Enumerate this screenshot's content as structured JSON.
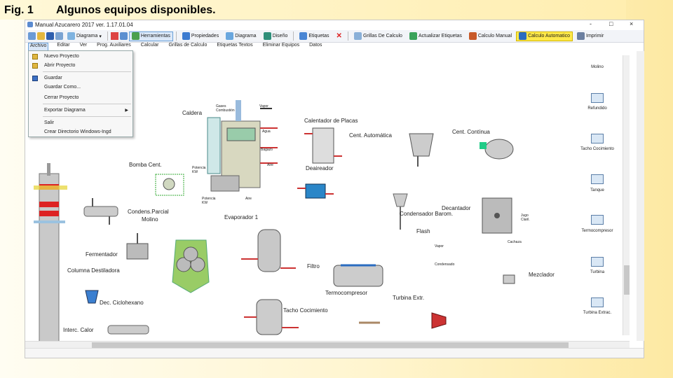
{
  "slide": {
    "fig_label": "Fig. 1",
    "caption": "Algunos equipos disponibles."
  },
  "window": {
    "title": "Manual Azucarero 2017 ver. 1.17.01.04",
    "controls": [
      "-",
      "□",
      "×"
    ]
  },
  "toolbar": {
    "items": [
      {
        "label": "Diagrama",
        "icon": "diagram-icon",
        "style": "plain"
      },
      {
        "label": "Herramientas",
        "icon": "tools-icon",
        "style": "highlight"
      },
      {
        "label": "Propiedades",
        "icon": "properties-icon",
        "style": "plain"
      },
      {
        "label": "Diagrama",
        "icon": "diagram-icon",
        "style": "plain"
      },
      {
        "label": "Diseño",
        "icon": "design-icon",
        "style": "plain"
      },
      {
        "label": "Etiquetas",
        "icon": "labels-icon",
        "style": "plain"
      },
      {
        "label": "Grillas De Calculo",
        "icon": "grid-icon",
        "style": "plain"
      },
      {
        "label": "Actualizar Etiquetas",
        "icon": "refresh-icon",
        "style": "plain"
      },
      {
        "label": "Calculo Manual",
        "icon": "calc-icon",
        "style": "plain"
      },
      {
        "label": "Calculo Automatico",
        "icon": "auto-calc-icon",
        "style": "yellow"
      },
      {
        "label": "Imprimir",
        "icon": "print-icon",
        "style": "plain"
      }
    ]
  },
  "menu": {
    "items": [
      "Archivo",
      "Editar",
      "Ver",
      "Prog. Auxiliares",
      "Calcular",
      "Grillas de Calculo",
      "Etiquetas Textos",
      "Eliminar Equipos",
      "Datos"
    ],
    "open_index": 0
  },
  "file_menu": {
    "items": [
      {
        "label": "Nuevo Proyecto",
        "icon": "folder-icon"
      },
      {
        "label": "Abrir Proyecto",
        "icon": "open-folder-icon"
      },
      {
        "label": "Guardar",
        "icon": "save-icon"
      },
      {
        "label": "Guardar Como...",
        "icon": ""
      },
      {
        "label": "Cerrar Proyecto",
        "icon": ""
      },
      {
        "label": "Exportar Diagrama",
        "icon": "",
        "submenu": true
      },
      {
        "label": "Salir",
        "icon": ""
      },
      {
        "label": "Crear Directorio Windows-Ingd",
        "icon": ""
      }
    ]
  },
  "diagram": {
    "labels": {
      "caldera": "Caldera",
      "gases": "Gases\nCombustión",
      "vapor": "Vapor",
      "agua": "Agua",
      "bagazo": "Bagazo",
      "aire_top": "Aire",
      "potencia1": "Potencia\nKW",
      "potencia2": "Potencia\nKW",
      "aire_bottom": "Aire",
      "calentador": "Calentador de Placas",
      "cent_auto": "Cent. Automática",
      "cent_cont": "Cent. Contínua",
      "bomba": "Bomba Cent.",
      "desaireador": "Deaireador",
      "condens": "Condens.Parcial",
      "molino_a": "Molino",
      "decantador": "Decantador",
      "condensador": "Condensador Barom.",
      "flash": "Flash",
      "evaporador": "Evaporador 1",
      "fermentador": "Fermentador",
      "columna": "Columna Destiladora",
      "filtro": "Filtro",
      "dec_ciclo": "Dec. Ciclohexano",
      "termoconpresor": "Termocompresor",
      "tacho": "Tacho Cocimiento",
      "turbina_extr": "Turbina Extr.",
      "interc": "Interc. Calor",
      "mezclador": "Mezclador",
      "jugo": "Jugo\nClaril.",
      "cachaza": "Cachaza",
      "vapor_small": "Vapor",
      "condensado": "Condensado"
    },
    "palette": [
      "Molino",
      "Refundido",
      "Tacho Cocimiento",
      "Tanque",
      "Termocompresor",
      "Turbina",
      "Turbina Extrac."
    ]
  }
}
